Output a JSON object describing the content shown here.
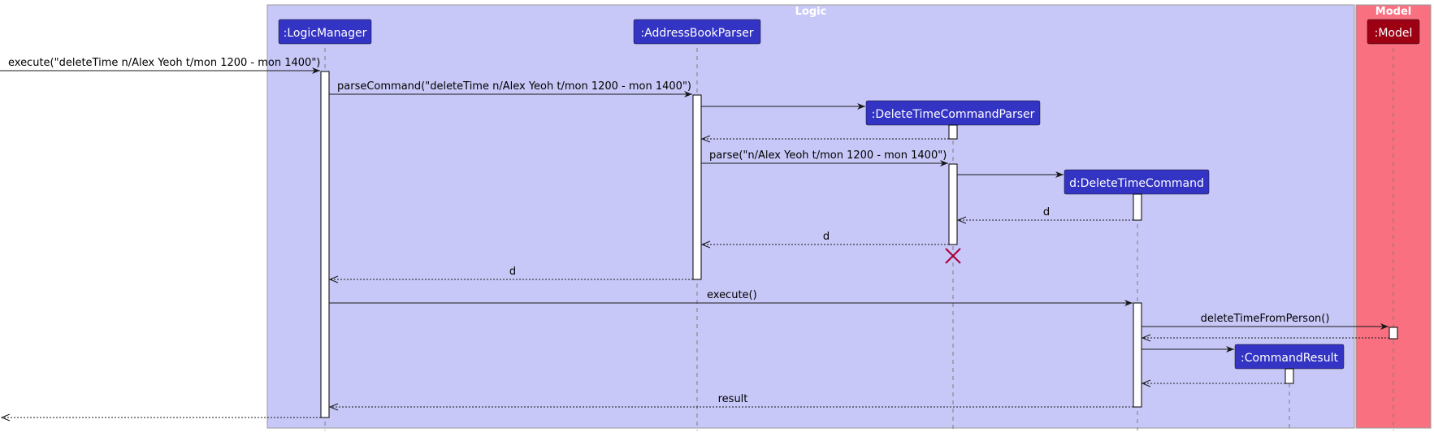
{
  "boxes": {
    "logic": {
      "title": "Logic",
      "fill": "#c8c8f8",
      "stroke": "#9a9a9a"
    },
    "model": {
      "title": "Model",
      "fill": "#f97181",
      "stroke": "#9a9a9a"
    }
  },
  "participants": {
    "logic_manager": ":LogicManager",
    "address_book_parser": ":AddressBookParser",
    "delete_time_command_parser": ":DeleteTimeCommandParser",
    "delete_time_command": "d:DeleteTimeCommand",
    "command_result": ":CommandResult",
    "model": ":Model"
  },
  "colors": {
    "logic_participant": "#3333c4",
    "model_participant": "#9d0012",
    "destroy_mark": "#a80036"
  },
  "messages": {
    "execute_call": "execute(\"deleteTime n/Alex Yeoh t/mon 1200 - mon 1400\")",
    "parse_command": "parseCommand(\"deleteTime n/Alex Yeoh t/mon 1200 - mon 1400\")",
    "parse": "parse(\"n/Alex Yeoh t/mon 1200 - mon 1400\")",
    "return_d_command": "d",
    "return_d_parser": "d",
    "return_d_abp": "d",
    "execute": "execute()",
    "delete_time_from_person": "deleteTimeFromPerson()",
    "result": "result"
  }
}
